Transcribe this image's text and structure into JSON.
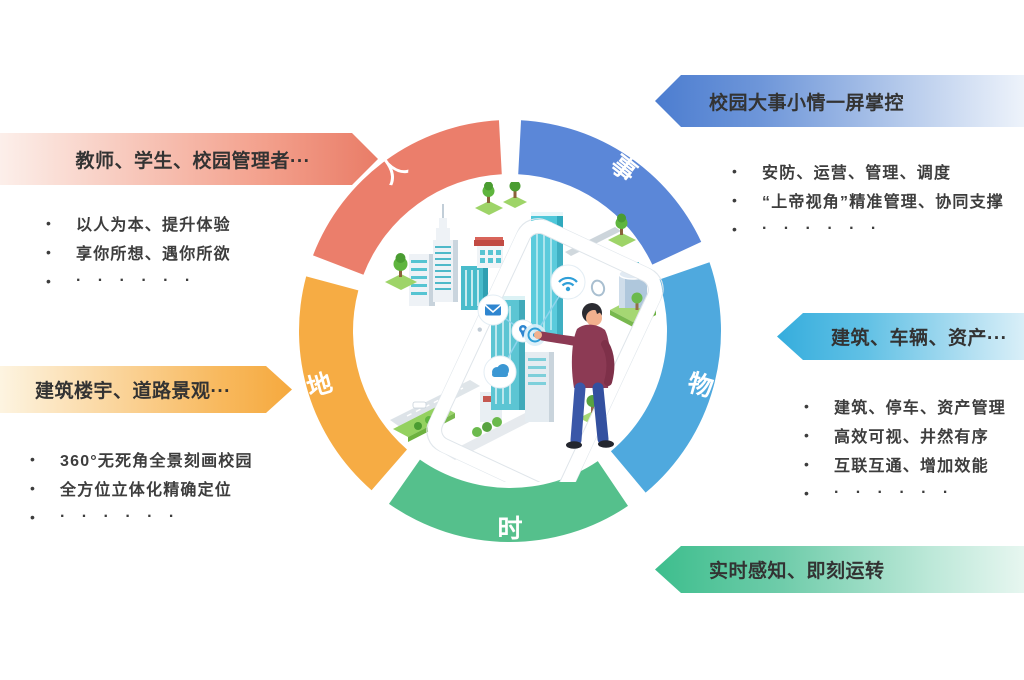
{
  "ring": {
    "segments": [
      {
        "key": "people",
        "label": "人",
        "color": "#EB7E6B",
        "start": 291,
        "end": 357,
        "label_angle": 324,
        "label_rotation": -38
      },
      {
        "key": "events",
        "label": "事",
        "color": "#5B87D8",
        "start": 3,
        "end": 65,
        "label_angle": 35,
        "label_rotation": 38
      },
      {
        "key": "assets",
        "label": "物",
        "color": "#4FA9DE",
        "start": 71,
        "end": 140,
        "label_angle": 106,
        "label_rotation": 16
      },
      {
        "key": "time",
        "label": "时",
        "color": "#55C08C",
        "start": 146,
        "end": 215,
        "label_angle": 180,
        "label_rotation": 0
      },
      {
        "key": "place",
        "label": "地",
        "color": "#F6AC44",
        "start": 221,
        "end": 285,
        "label_angle": 254,
        "label_rotation": -16
      }
    ]
  },
  "panels": {
    "people": {
      "title": "教师、学生、校园管理者···",
      "items": [
        "以人为本、提升体验",
        "享你所想、遇你所欲"
      ],
      "more": "· · · · · ·",
      "banner_stops": [
        "#FCEFEA 0%",
        "#F3A08C 70%",
        "#E97C67 100%"
      ]
    },
    "place": {
      "title": "建筑楼宇、道路景观···",
      "items": [
        "360°无死角全景刻画校园",
        "全方位立体化精确定位"
      ],
      "more": "· · · · · ·",
      "banner_stops": [
        "#FDF4E1 0%",
        "#F8B95E 75%",
        "#F5A93E 100%"
      ]
    },
    "events": {
      "title": "校园大事小情一屏掌控",
      "items": [
        "安防、运营、管理、调度",
        "“上帝视角”精准管理、协同支撑"
      ],
      "more": "· · · · · ·",
      "banner_stops": [
        "#4C7DD0 0%",
        "#6E96D9 25%",
        "#B8CCEC 60%",
        "#EFF4FB 88%",
        "#FDFEFF 100%"
      ]
    },
    "assets": {
      "title": "建筑、车辆、资产···",
      "items": [
        "建筑、停车、资产管理",
        "高效可视、井然有序",
        "互联互通、增加效能"
      ],
      "more": "· · · · · ·",
      "banner_stops": [
        "#35ADDD 0%",
        "#62C1E5 30%",
        "#B4E0F2 65%",
        "#EAF6FB 90%",
        "#FCFEFF 100%"
      ]
    },
    "time": {
      "title": "实时感知、即刻运转",
      "items": [],
      "more": "",
      "banner_stops": [
        "#3DBE8D 0%",
        "#6FCCAA 30%",
        "#BCE8D8 65%",
        "#ECF8F3 90%",
        "#FDFFFE 100%"
      ]
    }
  },
  "illustration": {
    "icons": [
      "wifi",
      "mail",
      "cloud",
      "location",
      "touch-target",
      "ring"
    ]
  }
}
